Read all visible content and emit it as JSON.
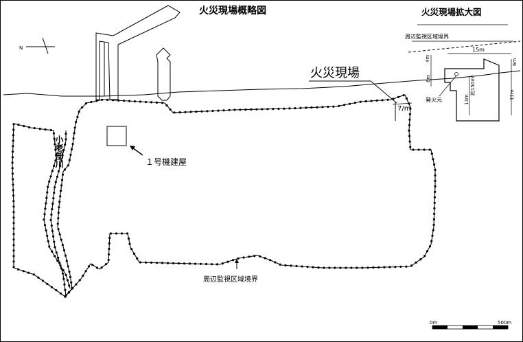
{
  "title": "火災現場概略図",
  "inset_title": "火災現場拡大図",
  "north_label": "N",
  "labels": {
    "fire_site": "火災現場",
    "unit1_building": "１号機建屋",
    "river": "小老部川",
    "perimeter": "周辺監視区域境界",
    "distance": "7/m"
  },
  "inset": {
    "perimeter": "周辺監視区域境界",
    "dim_top_left": "4m",
    "dim_top": "15m",
    "dim_right_top": "6m",
    "dim_left": "6m",
    "dim_inner": "13m",
    "dim_right": "11m",
    "area": "約150m²",
    "ignition": "発火元"
  },
  "scale": {
    "start": "0m",
    "end": "500m"
  },
  "colors": {
    "ink": "#000000",
    "paper": "#ffffff"
  }
}
